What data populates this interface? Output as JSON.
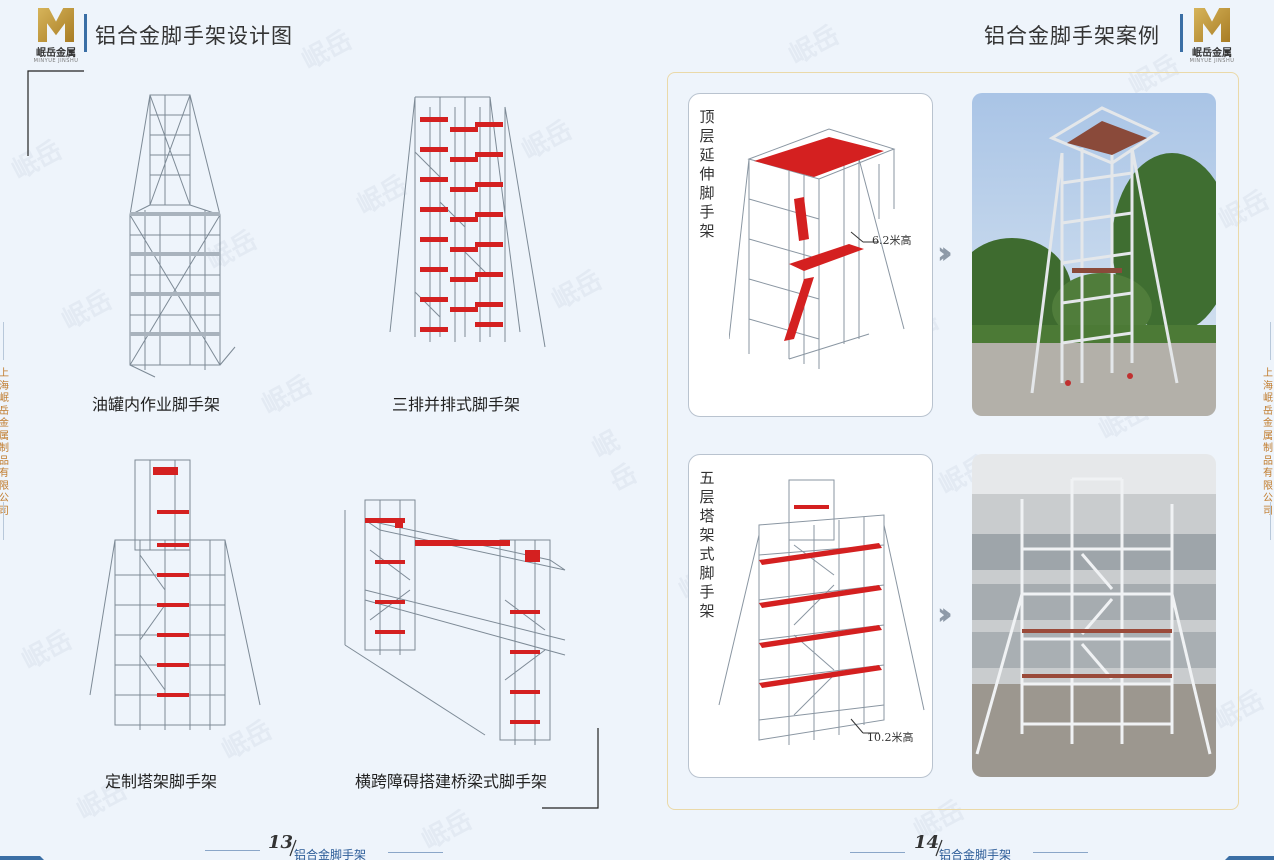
{
  "brand": {
    "logo_text": "岷岳金属",
    "logo_sub": "MINYUE JINSHU",
    "watermark": "岷岳"
  },
  "left_page": {
    "title": "铝合金脚手架设计图",
    "captions": [
      "油罐内作业脚手架",
      "三排并排式脚手架",
      "定制塔架脚手架",
      "横跨障碍搭建桥梁式脚手架"
    ],
    "page_number": "13",
    "footer": "铝合金脚手架"
  },
  "right_page": {
    "title": "铝合金脚手架案例",
    "case1": {
      "label": "顶层延伸脚手架",
      "height_note": "6.2米高"
    },
    "case2": {
      "label": "五层塔架式脚手架",
      "height_note": "10.2米高"
    },
    "page_number": "14",
    "footer": "铝合金脚手架"
  },
  "side_text": "上海岷岳金属制品有限公司",
  "colors": {
    "accent": "#3a6ea5",
    "gold": "#c07a2a",
    "platform_red": "#d42020"
  }
}
